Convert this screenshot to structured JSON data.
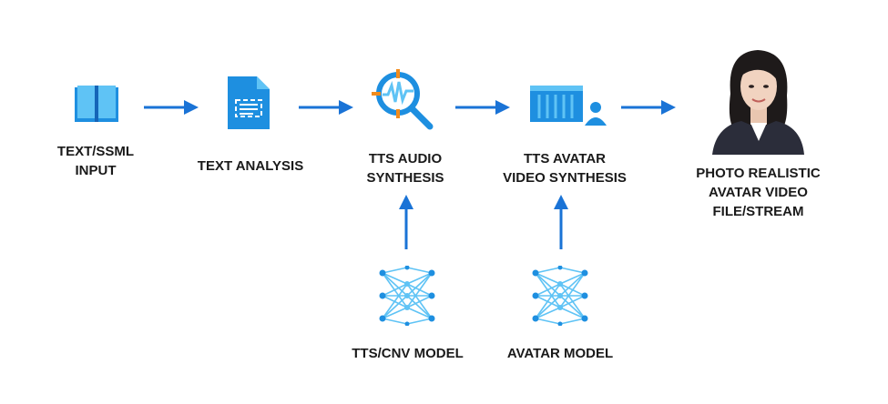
{
  "diagram": {
    "nodes": [
      {
        "id": "input",
        "label": "TEXT/SSML\nINPUT",
        "icon": "book-icon"
      },
      {
        "id": "analysis",
        "label": "TEXT ANALYSIS",
        "icon": "document-icon"
      },
      {
        "id": "audio",
        "label": "TTS AUDIO\nSYNTHESIS",
        "icon": "waveform-search-icon"
      },
      {
        "id": "video",
        "label": "TTS AVATAR\nVIDEO SYNTHESIS",
        "icon": "container-person-icon"
      },
      {
        "id": "output",
        "label": "PHOTO REALISTIC\nAVATAR VIDEO\nFILE/STREAM",
        "icon": "avatar-photo"
      },
      {
        "id": "cnv_model",
        "label": "TTS/CNV MODEL",
        "icon": "neural-network-icon"
      },
      {
        "id": "avatar_model",
        "label": "AVATAR MODEL",
        "icon": "neural-network-icon"
      }
    ],
    "edges": [
      {
        "from": "input",
        "to": "analysis"
      },
      {
        "from": "analysis",
        "to": "audio"
      },
      {
        "from": "audio",
        "to": "video"
      },
      {
        "from": "video",
        "to": "output"
      },
      {
        "from": "cnv_model",
        "to": "audio"
      },
      {
        "from": "avatar_model",
        "to": "video"
      }
    ],
    "colors": {
      "arrow": "#1a73d6",
      "icon_primary": "#1e8fe0",
      "icon_light": "#5fc3f5",
      "accent_orange": "#f28c1c",
      "text": "#1a1a1a"
    }
  }
}
